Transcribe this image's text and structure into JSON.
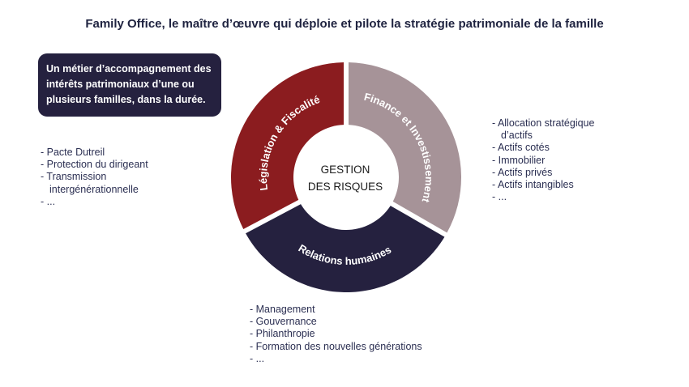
{
  "title": "Family Office, le maître d’œuvre qui déploie et pilote la stratégie patrimoniale de la famille",
  "intro_box": [
    "Un métier d’accompagnement des",
    "intérêts patrimoniaux d’une ou",
    "plusieurs familles, dans la durée."
  ],
  "center": [
    "GESTION",
    "DES RISQUES"
  ],
  "colors": {
    "legislation": "#8b1c1f",
    "finance": "#a69398",
    "relations": "#25213f",
    "box": "#25213f"
  },
  "segments": {
    "legislation": "Législation & Fiscalité",
    "finance": "Finance et Investissement",
    "relations": "Relations humaines"
  },
  "lists": {
    "left": [
      "- Pacte Dutreil",
      "- Protection du dirigeant",
      "- Transmission",
      "intergénérationnelle",
      "- ..."
    ],
    "right": [
      "- Allocation stratégique",
      "d’actifs",
      "- Actifs cotés",
      "- Immobilier",
      "- Actifs privés",
      "- Actifs intangibles",
      "- ..."
    ],
    "bottom": [
      "- Management",
      "- Gouvernance",
      "- Philanthropie",
      "- Formation des nouvelles générations",
      "- ..."
    ]
  }
}
